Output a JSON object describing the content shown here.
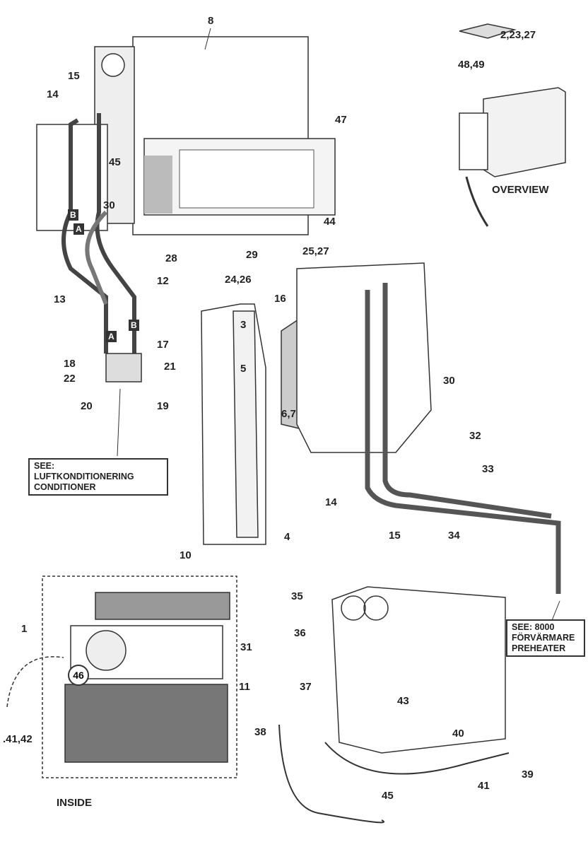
{
  "callouts": [
    "8",
    "2,23,27",
    "48,49",
    "15",
    "14",
    "47",
    "45",
    "30",
    "44",
    "28",
    "29",
    "25,27",
    "24,26",
    "12",
    "13",
    "16",
    "3",
    "17",
    "18",
    "21",
    "22",
    "5",
    "30",
    "20",
    "19",
    "6,7",
    "32",
    "33",
    "14",
    "15",
    "34",
    "4",
    "10",
    "35",
    "36",
    "1",
    "31",
    "46",
    "11",
    "37",
    "43",
    ".41,42",
    "38",
    "40",
    "39",
    "41",
    "45"
  ],
  "hose_letters": [
    "B",
    "A",
    "A",
    "B"
  ],
  "overview_label": "OVERVIEW",
  "inside_label": "INSIDE",
  "note_ac": {
    "line1": "SEE:",
    "line2": "LUFTKONDITIONERING",
    "line3": "CONDITIONER"
  },
  "note_preheater": {
    "line1": "SEE: 8000",
    "line2": "FÖRVÄRMARE",
    "line3": "PREHEATER"
  }
}
